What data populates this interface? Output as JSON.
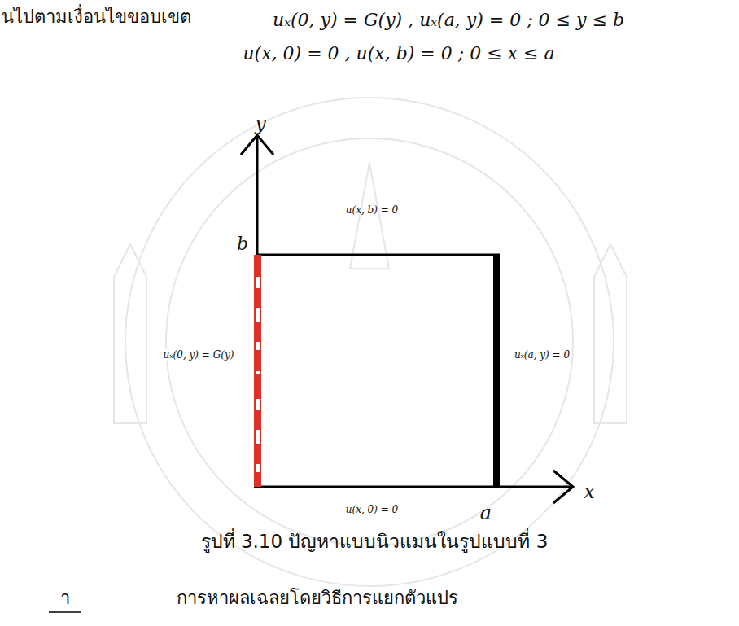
{
  "diagram": {
    "caption": "รูปที่ 3.10 ปัญหาแบบนิวแมนในรูปแบบที่ 3",
    "labels": [
      "นไปตามเงื่อนไขขอบเขต",
      "uₓ(0, y) = G(y) , uₓ(a, y) = 0 ; 0 ≤ y ≤ b",
      "u(x, 0) = 0 , u(x, b) = 0 ; 0 ≤ x ≤ a",
      "y",
      "b",
      "u(x, b) = 0",
      "uₓ(0, y) = G(y)",
      "uₓ(a, y) = 0",
      "u(x, 0) = 0",
      "a",
      "x",
      "า",
      "การหาผลเฉลยโดยวิธีการแยกตัวแปร"
    ]
  }
}
